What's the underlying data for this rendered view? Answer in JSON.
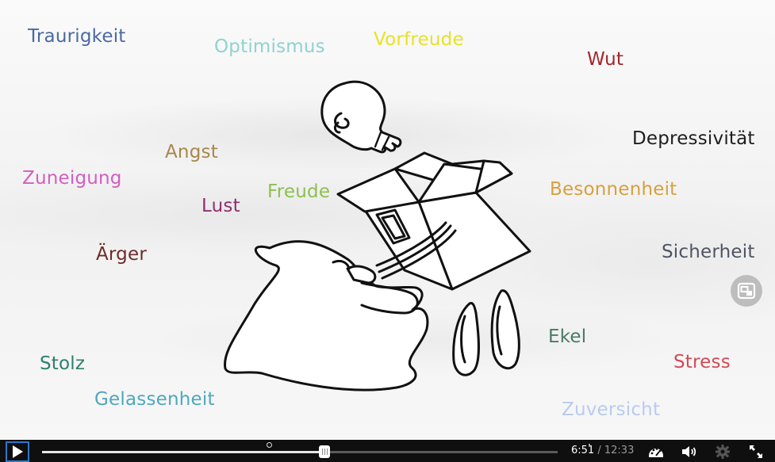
{
  "video": {
    "emotion_words": [
      {
        "text": "Traurigkeit",
        "color": "#4a6aa1"
      },
      {
        "text": "Optimismus",
        "color": "#8fd3cf"
      },
      {
        "text": "Vorfreude",
        "color": "#e7e227"
      },
      {
        "text": "Wut",
        "color": "#a3262e"
      },
      {
        "text": "Depressivität",
        "color": "#1e1e1e"
      },
      {
        "text": "Angst",
        "color": "#a7884b"
      },
      {
        "text": "Zuneigung",
        "color": "#d35ec0"
      },
      {
        "text": "Freude",
        "color": "#8dc04e"
      },
      {
        "text": "Besonnenheit",
        "color": "#d6a13f"
      },
      {
        "text": "Lust",
        "color": "#8e2f6d"
      },
      {
        "text": "Ärger",
        "color": "#6f2a2a"
      },
      {
        "text": "Sicherheit",
        "color": "#4d5563"
      },
      {
        "text": "Ekel",
        "color": "#4b7a62"
      },
      {
        "text": "Stress",
        "color": "#d14b58"
      },
      {
        "text": "Stolz",
        "color": "#2f7f6a"
      },
      {
        "text": "Gelassenheit",
        "color": "#4fa7bd"
      },
      {
        "text": "Zuversicht",
        "color": "#b9cbee"
      }
    ]
  },
  "controls": {
    "play_icon": "play-icon",
    "progress_fraction": 0.548,
    "current_time": "6:51",
    "separator": "/",
    "duration": "12:33",
    "icons": [
      "speedometer-icon",
      "volume-icon",
      "gear-icon",
      "fullscreen-icon"
    ],
    "overlay_icon": "picture-in-picture-icon"
  }
}
